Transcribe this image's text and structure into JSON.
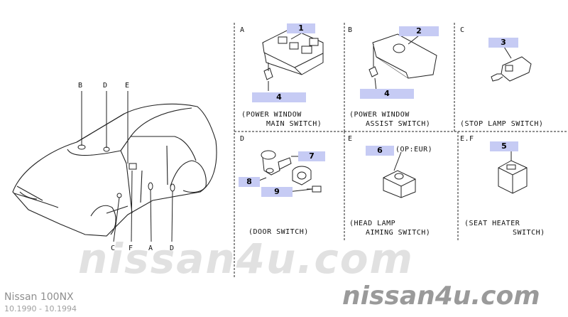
{
  "car_labels": {
    "b_top": "B",
    "d_top": "D",
    "e_top": "E",
    "c_bottom": "C",
    "f_bottom": "F",
    "a_bottom": "A",
    "d_bottom": "D"
  },
  "panels": {
    "a": {
      "letter": "A",
      "callout_1": "1",
      "callout_2": "4",
      "caption_1": "(POWER WINDOW",
      "caption_2": "MAIN SWITCH)"
    },
    "b": {
      "letter": "B",
      "callout_1": "2",
      "callout_2": "4",
      "caption_1": "(POWER WINDOW",
      "caption_2": "ASSIST SWITCH)"
    },
    "c": {
      "letter": "C",
      "callout_1": "3",
      "caption_1": "(STOP LAMP SWITCH)"
    },
    "d": {
      "letter": "D",
      "callout_1": "7",
      "callout_2": "8",
      "callout_3": "9",
      "caption_1": "(DOOR SWITCH)"
    },
    "e": {
      "letter": "E",
      "callout_1": "6",
      "callout_note": "(OP:EUR)",
      "caption_1": "(HEAD LAMP",
      "caption_2": "AIMING SWITCH)"
    },
    "ef": {
      "letter": "E.F",
      "callout_1": "5",
      "caption_1": "(SEAT HEATER",
      "caption_2": "SWITCH)"
    }
  },
  "watermark": {
    "center": "nissan4u.com",
    "bottom": "nissan4u.com"
  },
  "footer": {
    "model": "Nissan 100NX",
    "dates": "10.1990 - 10.1994"
  },
  "colors": {
    "callout_highlight": "#c6cbf4",
    "line": "#111111",
    "footer": "#999999"
  }
}
